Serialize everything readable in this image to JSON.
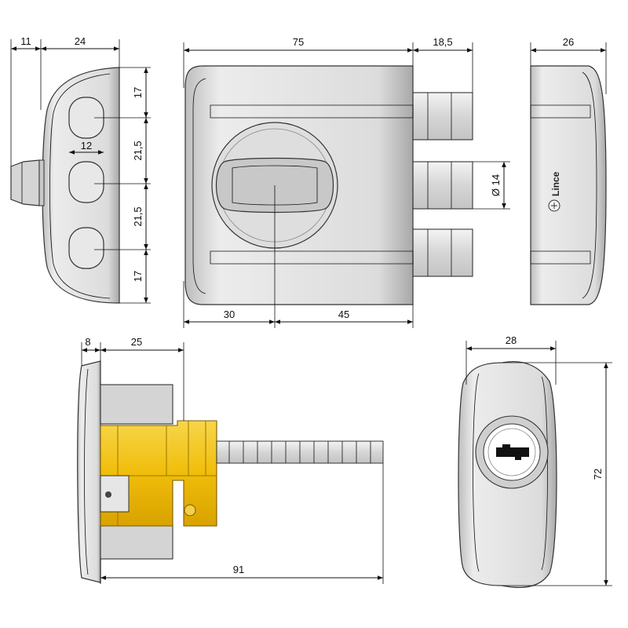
{
  "colors": {
    "metal_light": "#e8e8e8",
    "metal_mid": "#cfcfcf",
    "metal_dark": "#9a9a9a",
    "brass": "#f2c20f",
    "brass_dark": "#c99a00",
    "bolt": "#dcdcdc",
    "line": "#111111"
  },
  "brand": "Lince",
  "dimensions": {
    "side_offset": "11",
    "side_width": "24",
    "hole_spacing_top": "17",
    "hole_spacing_mid1": "21,5",
    "hole_spacing_mid2": "21,5",
    "hole_spacing_bottom": "17",
    "hole_width": "12",
    "body_width": "75",
    "bolt_projection": "18,5",
    "bolt_diameter": "Ø 14",
    "depth": "26",
    "knob_left": "30",
    "knob_right": "45",
    "plate_thickness": "8",
    "body_depth": "25",
    "spindle_length": "91",
    "rosette_width": "28",
    "rosette_height": "72"
  }
}
